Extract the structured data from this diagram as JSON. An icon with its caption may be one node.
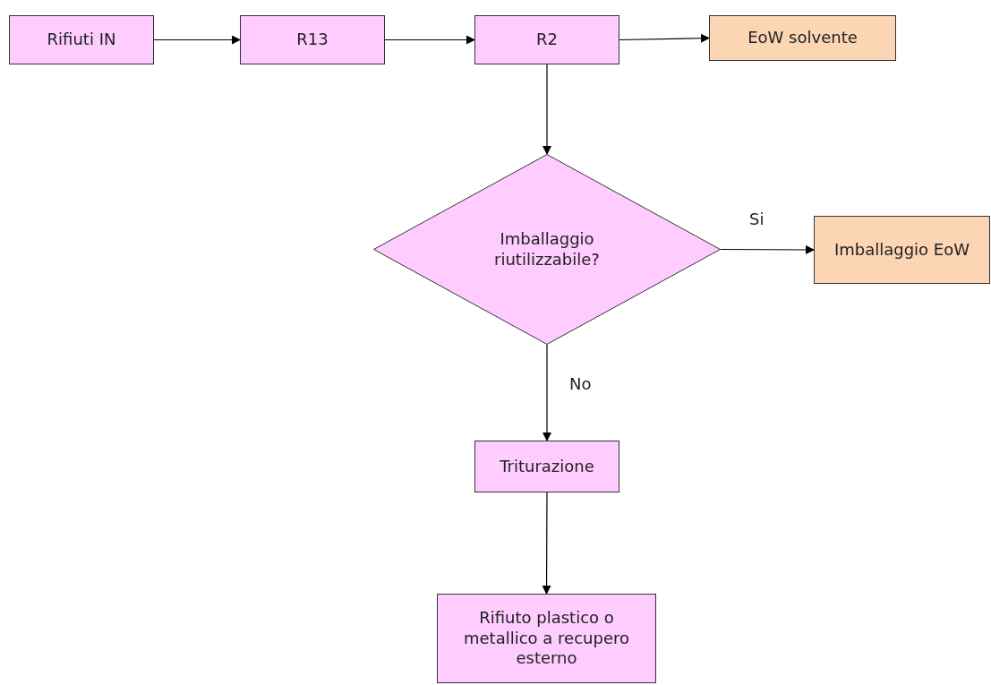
{
  "diagram": {
    "nodes": [
      {
        "text": [
          "Rifiuti IN"
        ]
      },
      {
        "text": [
          "R13"
        ]
      },
      {
        "text": [
          "R2"
        ]
      },
      {
        "text": [
          "EoW solvente"
        ]
      },
      {
        "text": [
          "Imballaggio riutilizzabile?"
        ]
      },
      {
        "text": [
          "Imballaggio EoW"
        ]
      },
      {
        "text": [
          "Triturazione"
        ]
      },
      {
        "text": [
          "Rifiuto plastico o metallico a recupero esterno"
        ]
      }
    ],
    "edges": [
      {
        "from": 0,
        "to": 1,
        "arrow": "to"
      },
      {
        "from": 1,
        "to": 2,
        "arrow": "to"
      },
      {
        "from": 2,
        "to": 3,
        "arrow": "to"
      },
      {
        "from": 2,
        "to": 4,
        "arrow": "to"
      },
      {
        "from": 4,
        "to": 5,
        "arrow": "to",
        "label": "Si"
      },
      {
        "from": 4,
        "to": 6,
        "arrow": "to",
        "label": "No"
      },
      {
        "from": 6,
        "to": 7,
        "arrow": "to"
      }
    ]
  }
}
